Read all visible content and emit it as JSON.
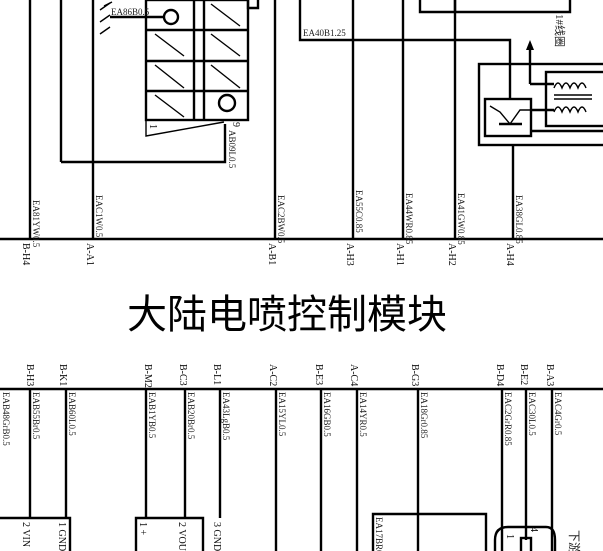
{
  "title": "大陆电喷控制模块",
  "top": {
    "relay_wire": "EA86B0.5",
    "relay_out_wire": "AB09L0.5",
    "relay_pin_1": "1",
    "relay_pin_9": "9",
    "coil_feed_wire": "EA40B1.25",
    "coil_label": "1#线圈",
    "wires": [
      {
        "label": "EA81YW0.5",
        "pin": "B-H4"
      },
      {
        "label": "EAC1W0.5",
        "pin": "A-A1"
      },
      {
        "label": "EAC2BW0.5",
        "pin": "A-B1"
      },
      {
        "label": "EA55C0.85",
        "pin": "A-H3"
      },
      {
        "label": "EA44WR0.85",
        "pin": "A-H1"
      },
      {
        "label": "EA41GW0.85",
        "pin": "A-H2"
      },
      {
        "label": "EA38GL0.85",
        "pin": "A-H4"
      }
    ]
  },
  "bottom": {
    "partial_wire": "EAB48GrB0.5",
    "wires": [
      {
        "label": "EAB55Br0.5",
        "pin": "B-H3"
      },
      {
        "label": "EAB60L0.5",
        "pin": "B-K1"
      },
      {
        "label": "EAB1YB0.5",
        "pin": "B-M2"
      },
      {
        "label": "EAB20Br0.5",
        "pin": "B-C3"
      },
      {
        "label": "EA43LgB0.5",
        "pin": "B-L1"
      },
      {
        "label": "EA15YL0.5",
        "pin": "A-C2"
      },
      {
        "label": "EA16GB0.5",
        "pin": "B-E3"
      },
      {
        "label": "EA14YR0.5",
        "pin": "A-C4"
      },
      {
        "label": "EA18Gr0.85",
        "pin": "B-G3"
      },
      {
        "label": "EAC2GrR0.85",
        "pin": "B-D4"
      },
      {
        "label": "EAC30L0.5",
        "pin": "B-E2"
      },
      {
        "label": "EAC4Gr0.5",
        "pin": "B-A3"
      }
    ],
    "sensor1": {
      "pin2": "2 VIN",
      "pin1": "1 GND"
    },
    "sensor2": {
      "pin1": "1 +",
      "pin2": "2 VOUT",
      "pin3": "3 GND"
    },
    "box3_wire": "EA17BR0.5",
    "sensor4": {
      "pin1": "1",
      "pin4": "4"
    },
    "downstream_label": "下游"
  }
}
